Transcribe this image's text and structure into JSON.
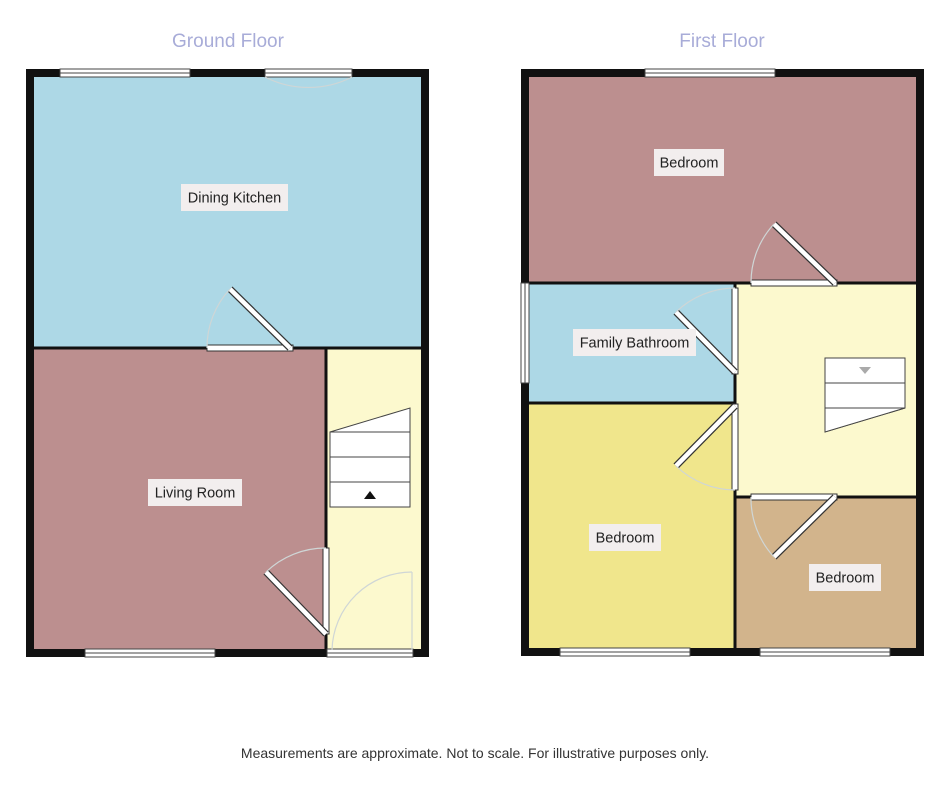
{
  "floors": [
    {
      "title": "Ground Floor",
      "rooms": [
        {
          "name": "Dining Kitchen",
          "color": "#add8e6"
        },
        {
          "name": "Living Room",
          "color": "#bc8f8f"
        },
        {
          "name": "",
          "color": "#fcf9ce"
        }
      ]
    },
    {
      "title": "First Floor",
      "rooms": [
        {
          "name": "Bedroom",
          "color": "#bc8f8f"
        },
        {
          "name": "Family Bathroom",
          "color": "#add8e6"
        },
        {
          "name": "Bedroom",
          "color": "#f0e68c"
        },
        {
          "name": "Bedroom",
          "color": "#d2b48c"
        },
        {
          "name": "",
          "color": "#fcf9ce"
        }
      ]
    }
  ],
  "footer": "Measurements are approximate. Not to scale. For illustrative purposes only.",
  "colors": {
    "wall": "#111111",
    "label_bg": "#f2eeee",
    "title": "#a8acd8"
  }
}
